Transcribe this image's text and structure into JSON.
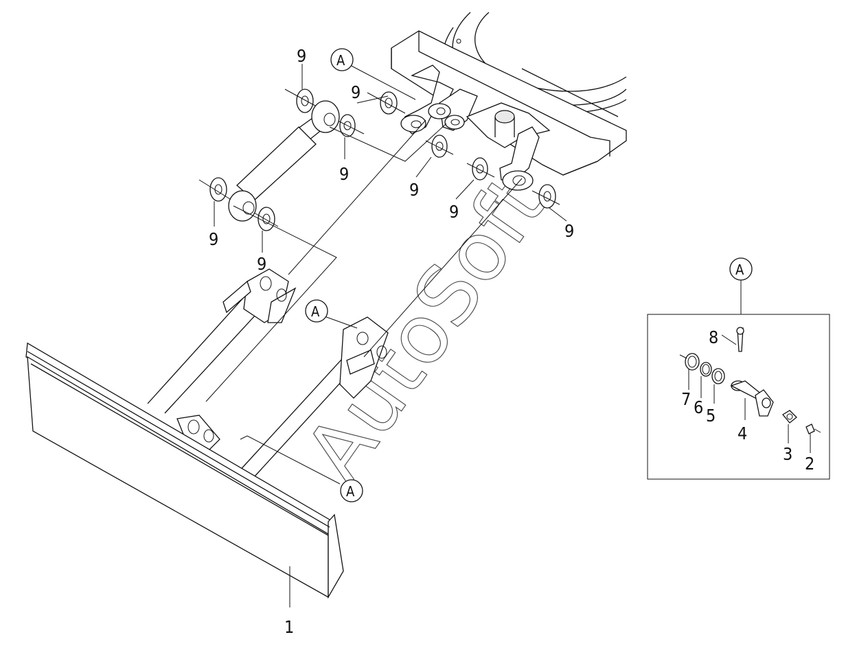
{
  "callouts": {
    "blade": "1",
    "cap": "2",
    "nut": "3",
    "pin": "4",
    "ring5": "5",
    "ring6": "6",
    "ring7": "7",
    "cotter_pin": "8",
    "shim": "9"
  },
  "detail_ref": "A",
  "watermark": "AutoSoft"
}
